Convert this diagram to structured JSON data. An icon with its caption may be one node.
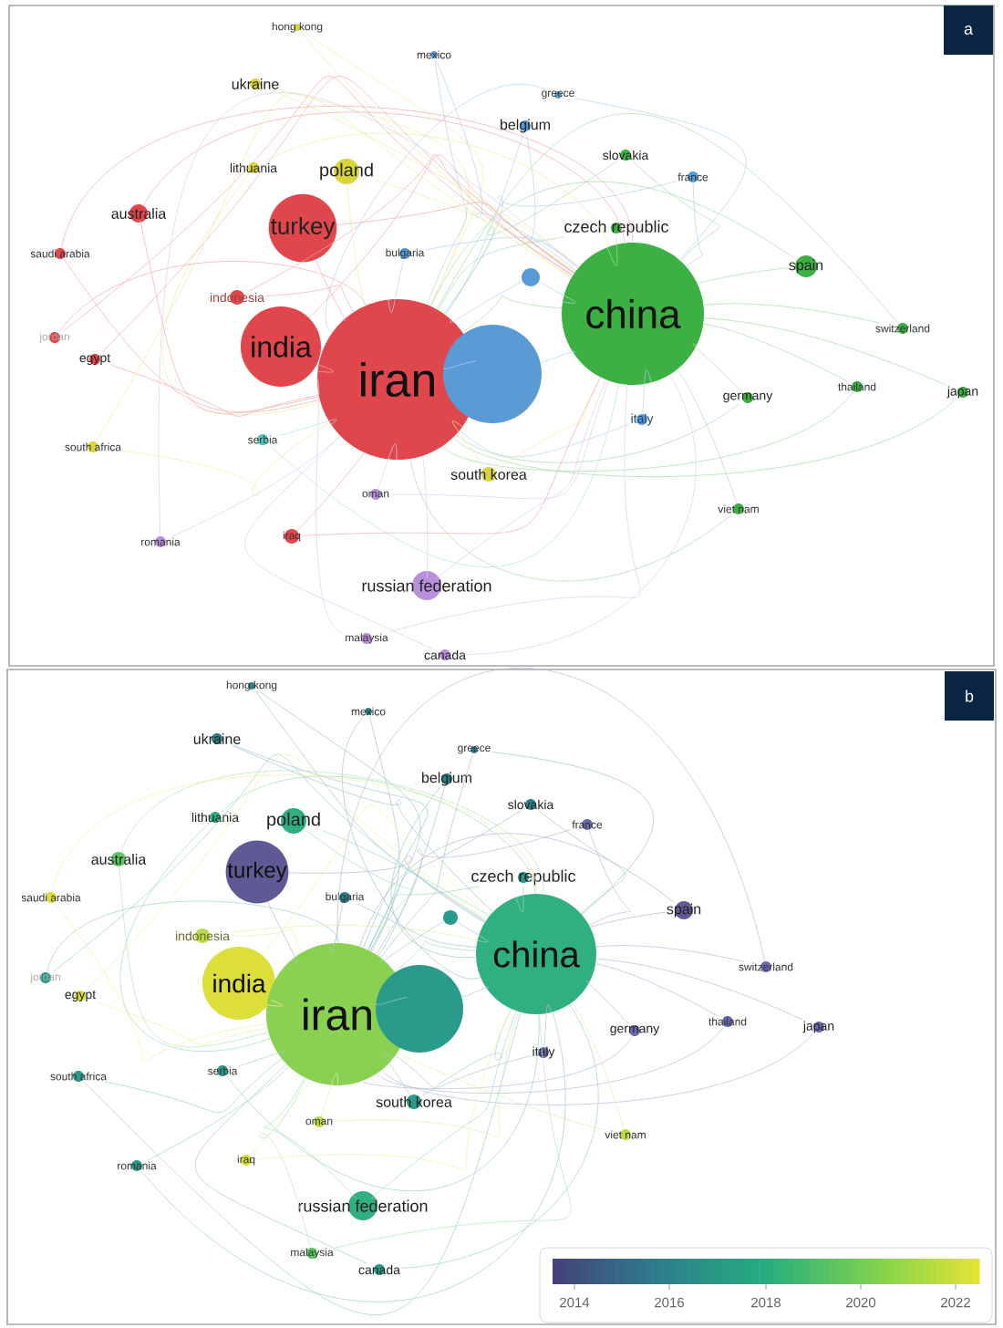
{
  "diagram": {
    "nodes": [
      {
        "text": [
          "hong kong"
        ]
      },
      {
        "text": [
          "ukraine"
        ]
      },
      {
        "text": [
          "mexico"
        ]
      },
      {
        "text": [
          "greece"
        ]
      },
      {
        "text": [
          "belgium"
        ]
      },
      {
        "text": [
          "slovakia"
        ]
      },
      {
        "text": [
          "france"
        ]
      },
      {
        "text": [
          "lithuania"
        ]
      },
      {
        "text": [
          "poland"
        ]
      },
      {
        "text": [
          "australia"
        ]
      },
      {
        "text": [
          "turkey"
        ]
      },
      {
        "text": [
          "saudi arabia"
        ]
      },
      {
        "text": [
          "bulgaria"
        ]
      },
      {
        "text": [
          "czech republic"
        ]
      },
      {
        "text": [],
        "shape": "circle"
      },
      {
        "text": [
          "spain"
        ]
      },
      {
        "text": [
          "indonesia"
        ]
      },
      {
        "text": [
          "china"
        ]
      },
      {
        "text": [
          "switzerland"
        ]
      },
      {
        "text": [
          "jordan"
        ]
      },
      {
        "text": [
          "india"
        ]
      },
      {
        "text": [
          "iran"
        ]
      },
      {
        "text": [],
        "shape": "circle"
      },
      {
        "text": [
          "egypt"
        ]
      },
      {
        "text": [
          "germany"
        ]
      },
      {
        "text": [
          "thailand"
        ]
      },
      {
        "text": [
          "japan"
        ]
      },
      {
        "text": [
          "italy"
        ]
      },
      {
        "text": [
          "south africa"
        ]
      },
      {
        "text": [
          "serbia"
        ]
      },
      {
        "text": [
          "south korea"
        ]
      },
      {
        "text": [
          "oman"
        ]
      },
      {
        "text": [
          "viet nam"
        ]
      },
      {
        "text": [
          "romania"
        ]
      },
      {
        "text": [
          "iraq"
        ]
      },
      {
        "text": [
          "russian federation"
        ]
      },
      {
        "text": [
          "malaysia"
        ]
      },
      {
        "text": [
          "canada"
        ]
      },
      {
        "text": [
          "hong kong"
        ]
      },
      {
        "text": [
          "ukraine"
        ]
      },
      {
        "text": [
          "mexico"
        ]
      },
      {
        "text": [
          "greece"
        ]
      },
      {
        "text": [
          "belgium"
        ]
      },
      {
        "text": [
          "slovakia"
        ]
      },
      {
        "text": [
          "france"
        ]
      },
      {
        "text": [
          "lithuania"
        ]
      },
      {
        "text": [
          "poland"
        ]
      },
      {
        "text": [
          "australia"
        ]
      },
      {
        "text": [
          "turkey"
        ]
      },
      {
        "text": [
          "saudi arabia"
        ]
      },
      {
        "text": [
          "bulgaria"
        ]
      },
      {
        "text": [
          "czech republic"
        ]
      },
      {
        "text": [],
        "shape": "circle"
      },
      {
        "text": [
          "spain"
        ]
      },
      {
        "text": [
          "indonesia"
        ]
      },
      {
        "text": [
          "china"
        ]
      },
      {
        "text": [
          "switzerland"
        ]
      },
      {
        "text": [
          "jordan"
        ]
      },
      {
        "text": [
          "india"
        ]
      },
      {
        "text": [
          "iran"
        ]
      },
      {
        "text": [],
        "shape": "circle"
      },
      {
        "text": [
          "egypt"
        ]
      },
      {
        "text": [
          "germany"
        ]
      },
      {
        "text": [
          "thailand"
        ]
      },
      {
        "text": [
          "japan"
        ]
      },
      {
        "text": [
          "italy"
        ]
      },
      {
        "text": [
          "south africa"
        ]
      },
      {
        "text": [
          "serbia"
        ]
      },
      {
        "text": [
          "south korea"
        ]
      },
      {
        "text": [
          "oman"
        ]
      },
      {
        "text": [
          "viet nam"
        ]
      },
      {
        "text": [
          "romania"
        ]
      },
      {
        "text": [
          "iraq"
        ]
      },
      {
        "text": [
          "russian federation"
        ]
      },
      {
        "text": [
          "malaysia"
        ]
      },
      {
        "text": [
          "canada"
        ]
      }
    ],
    "edges": [
      {
        "from": 21,
        "to": 0,
        "arrow": "none"
      },
      {
        "from": 21,
        "to": 1,
        "arrow": "none"
      },
      {
        "from": 21,
        "to": 2,
        "arrow": "none"
      },
      {
        "from": 21,
        "to": 3,
        "arrow": "none"
      },
      {
        "from": 21,
        "to": 4,
        "arrow": "none"
      },
      {
        "from": 21,
        "to": 5,
        "arrow": "none"
      },
      {
        "from": 21,
        "to": 6,
        "arrow": "none"
      },
      {
        "from": 21,
        "to": 7,
        "arrow": "none"
      },
      {
        "from": 21,
        "to": 8,
        "arrow": "none"
      },
      {
        "from": 21,
        "to": 9,
        "arrow": "none"
      },
      {
        "from": 21,
        "to": 10,
        "arrow": "none"
      },
      {
        "from": 21,
        "to": 11,
        "arrow": "none"
      },
      {
        "from": 21,
        "to": 12,
        "arrow": "none"
      },
      {
        "from": 21,
        "to": 13,
        "arrow": "none"
      },
      {
        "from": 21,
        "to": 14,
        "arrow": "none"
      },
      {
        "from": 21,
        "to": 15,
        "arrow": "none"
      },
      {
        "from": 21,
        "to": 16,
        "arrow": "none"
      },
      {
        "from": 21,
        "to": 17,
        "arrow": "none"
      },
      {
        "from": 21,
        "to": 18,
        "arrow": "none"
      },
      {
        "from": 21,
        "to": 19,
        "arrow": "none"
      },
      {
        "from": 21,
        "to": 20,
        "arrow": "none"
      },
      {
        "from": 21,
        "to": 22,
        "arrow": "none"
      },
      {
        "from": 21,
        "to": 23,
        "arrow": "none"
      },
      {
        "from": 21,
        "to": 24,
        "arrow": "none"
      },
      {
        "from": 21,
        "to": 25,
        "arrow": "none"
      },
      {
        "from": 21,
        "to": 26,
        "arrow": "none"
      },
      {
        "from": 21,
        "to": 27,
        "arrow": "none"
      },
      {
        "from": 21,
        "to": 28,
        "arrow": "none"
      },
      {
        "from": 21,
        "to": 29,
        "arrow": "none"
      },
      {
        "from": 21,
        "to": 30,
        "arrow": "none"
      },
      {
        "from": 21,
        "to": 31,
        "arrow": "none"
      },
      {
        "from": 21,
        "to": 32,
        "arrow": "none"
      },
      {
        "from": 21,
        "to": 33,
        "arrow": "none"
      },
      {
        "from": 21,
        "to": 34,
        "arrow": "none"
      },
      {
        "from": 21,
        "to": 35,
        "arrow": "none"
      },
      {
        "from": 21,
        "to": 36,
        "arrow": "none"
      },
      {
        "from": 21,
        "to": 37,
        "arrow": "none"
      },
      {
        "from": 17,
        "to": 0,
        "arrow": "none"
      },
      {
        "from": 17,
        "to": 1,
        "arrow": "none"
      },
      {
        "from": 17,
        "to": 2,
        "arrow": "none"
      },
      {
        "from": 17,
        "to": 3,
        "arrow": "none"
      },
      {
        "from": 17,
        "to": 4,
        "arrow": "none"
      },
      {
        "from": 17,
        "to": 5,
        "arrow": "none"
      },
      {
        "from": 17,
        "to": 6,
        "arrow": "none"
      },
      {
        "from": 17,
        "to": 7,
        "arrow": "none"
      },
      {
        "from": 17,
        "to": 8,
        "arrow": "none"
      },
      {
        "from": 17,
        "to": 9,
        "arrow": "none"
      },
      {
        "from": 17,
        "to": 10,
        "arrow": "none"
      },
      {
        "from": 17,
        "to": 11,
        "arrow": "none"
      },
      {
        "from": 17,
        "to": 12,
        "arrow": "none"
      },
      {
        "from": 17,
        "to": 13,
        "arrow": "none"
      },
      {
        "from": 17,
        "to": 14,
        "arrow": "none"
      },
      {
        "from": 17,
        "to": 15,
        "arrow": "none"
      },
      {
        "from": 17,
        "to": 16,
        "arrow": "none"
      },
      {
        "from": 17,
        "to": 18,
        "arrow": "none"
      },
      {
        "from": 17,
        "to": 19,
        "arrow": "none"
      },
      {
        "from": 17,
        "to": 20,
        "arrow": "none"
      },
      {
        "from": 17,
        "to": 22,
        "arrow": "none"
      },
      {
        "from": 17,
        "to": 23,
        "arrow": "none"
      },
      {
        "from": 17,
        "to": 24,
        "arrow": "none"
      },
      {
        "from": 17,
        "to": 25,
        "arrow": "none"
      },
      {
        "from": 17,
        "to": 26,
        "arrow": "none"
      },
      {
        "from": 17,
        "to": 27,
        "arrow": "none"
      },
      {
        "from": 17,
        "to": 28,
        "arrow": "none"
      },
      {
        "from": 17,
        "to": 29,
        "arrow": "none"
      },
      {
        "from": 17,
        "to": 30,
        "arrow": "none"
      },
      {
        "from": 17,
        "to": 31,
        "arrow": "none"
      },
      {
        "from": 17,
        "to": 32,
        "arrow": "none"
      },
      {
        "from": 17,
        "to": 33,
        "arrow": "none"
      },
      {
        "from": 17,
        "to": 34,
        "arrow": "none"
      },
      {
        "from": 17,
        "to": 35,
        "arrow": "none"
      },
      {
        "from": 17,
        "to": 36,
        "arrow": "none"
      },
      {
        "from": 17,
        "to": 37,
        "arrow": "none"
      },
      {
        "from": 59,
        "to": 38,
        "arrow": "none"
      },
      {
        "from": 59,
        "to": 39,
        "arrow": "none"
      },
      {
        "from": 59,
        "to": 40,
        "arrow": "none"
      },
      {
        "from": 59,
        "to": 41,
        "arrow": "none"
      },
      {
        "from": 59,
        "to": 42,
        "arrow": "none"
      },
      {
        "from": 59,
        "to": 43,
        "arrow": "none"
      },
      {
        "from": 59,
        "to": 44,
        "arrow": "none"
      },
      {
        "from": 59,
        "to": 45,
        "arrow": "none"
      },
      {
        "from": 59,
        "to": 46,
        "arrow": "none"
      },
      {
        "from": 59,
        "to": 47,
        "arrow": "none"
      },
      {
        "from": 59,
        "to": 48,
        "arrow": "none"
      },
      {
        "from": 59,
        "to": 49,
        "arrow": "none"
      },
      {
        "from": 59,
        "to": 50,
        "arrow": "none"
      },
      {
        "from": 59,
        "to": 51,
        "arrow": "none"
      },
      {
        "from": 59,
        "to": 52,
        "arrow": "none"
      },
      {
        "from": 59,
        "to": 53,
        "arrow": "none"
      },
      {
        "from": 59,
        "to": 54,
        "arrow": "none"
      },
      {
        "from": 59,
        "to": 55,
        "arrow": "none"
      },
      {
        "from": 59,
        "to": 56,
        "arrow": "none"
      },
      {
        "from": 59,
        "to": 57,
        "arrow": "none"
      },
      {
        "from": 59,
        "to": 58,
        "arrow": "none"
      },
      {
        "from": 59,
        "to": 60,
        "arrow": "none"
      },
      {
        "from": 59,
        "to": 61,
        "arrow": "none"
      },
      {
        "from": 59,
        "to": 62,
        "arrow": "none"
      },
      {
        "from": 59,
        "to": 63,
        "arrow": "none"
      },
      {
        "from": 59,
        "to": 64,
        "arrow": "none"
      },
      {
        "from": 59,
        "to": 65,
        "arrow": "none"
      },
      {
        "from": 59,
        "to": 66,
        "arrow": "none"
      },
      {
        "from": 59,
        "to": 67,
        "arrow": "none"
      },
      {
        "from": 59,
        "to": 68,
        "arrow": "none"
      },
      {
        "from": 59,
        "to": 69,
        "arrow": "none"
      },
      {
        "from": 59,
        "to": 70,
        "arrow": "none"
      },
      {
        "from": 59,
        "to": 71,
        "arrow": "none"
      },
      {
        "from": 59,
        "to": 72,
        "arrow": "none"
      },
      {
        "from": 59,
        "to": 73,
        "arrow": "none"
      },
      {
        "from": 59,
        "to": 74,
        "arrow": "none"
      },
      {
        "from": 59,
        "to": 75,
        "arrow": "none"
      },
      {
        "from": 55,
        "to": 38,
        "arrow": "none"
      },
      {
        "from": 55,
        "to": 39,
        "arrow": "none"
      },
      {
        "from": 55,
        "to": 40,
        "arrow": "none"
      },
      {
        "from": 55,
        "to": 41,
        "arrow": "none"
      },
      {
        "from": 55,
        "to": 42,
        "arrow": "none"
      },
      {
        "from": 55,
        "to": 43,
        "arrow": "none"
      },
      {
        "from": 55,
        "to": 44,
        "arrow": "none"
      },
      {
        "from": 55,
        "to": 45,
        "arrow": "none"
      },
      {
        "from": 55,
        "to": 46,
        "arrow": "none"
      },
      {
        "from": 55,
        "to": 47,
        "arrow": "none"
      },
      {
        "from": 55,
        "to": 48,
        "arrow": "none"
      },
      {
        "from": 55,
        "to": 49,
        "arrow": "none"
      },
      {
        "from": 55,
        "to": 50,
        "arrow": "none"
      },
      {
        "from": 55,
        "to": 51,
        "arrow": "none"
      },
      {
        "from": 55,
        "to": 52,
        "arrow": "none"
      },
      {
        "from": 55,
        "to": 53,
        "arrow": "none"
      },
      {
        "from": 55,
        "to": 54,
        "arrow": "none"
      },
      {
        "from": 55,
        "to": 56,
        "arrow": "none"
      },
      {
        "from": 55,
        "to": 57,
        "arrow": "none"
      },
      {
        "from": 55,
        "to": 58,
        "arrow": "none"
      },
      {
        "from": 55,
        "to": 60,
        "arrow": "none"
      },
      {
        "from": 55,
        "to": 61,
        "arrow": "none"
      },
      {
        "from": 55,
        "to": 62,
        "arrow": "none"
      },
      {
        "from": 55,
        "to": 63,
        "arrow": "none"
      },
      {
        "from": 55,
        "to": 64,
        "arrow": "none"
      },
      {
        "from": 55,
        "to": 65,
        "arrow": "none"
      },
      {
        "from": 55,
        "to": 66,
        "arrow": "none"
      },
      {
        "from": 55,
        "to": 67,
        "arrow": "none"
      },
      {
        "from": 55,
        "to": 68,
        "arrow": "none"
      },
      {
        "from": 55,
        "to": 69,
        "arrow": "none"
      },
      {
        "from": 55,
        "to": 70,
        "arrow": "none"
      },
      {
        "from": 55,
        "to": 71,
        "arrow": "none"
      },
      {
        "from": 55,
        "to": 72,
        "arrow": "none"
      },
      {
        "from": 55,
        "to": 73,
        "arrow": "none"
      },
      {
        "from": 55,
        "to": 74,
        "arrow": "none"
      },
      {
        "from": 55,
        "to": 75,
        "arrow": "none"
      }
    ],
    "labels": [
      "a",
      "b",
      "2014",
      "2016",
      "2018",
      "2020",
      "2022"
    ]
  }
}
